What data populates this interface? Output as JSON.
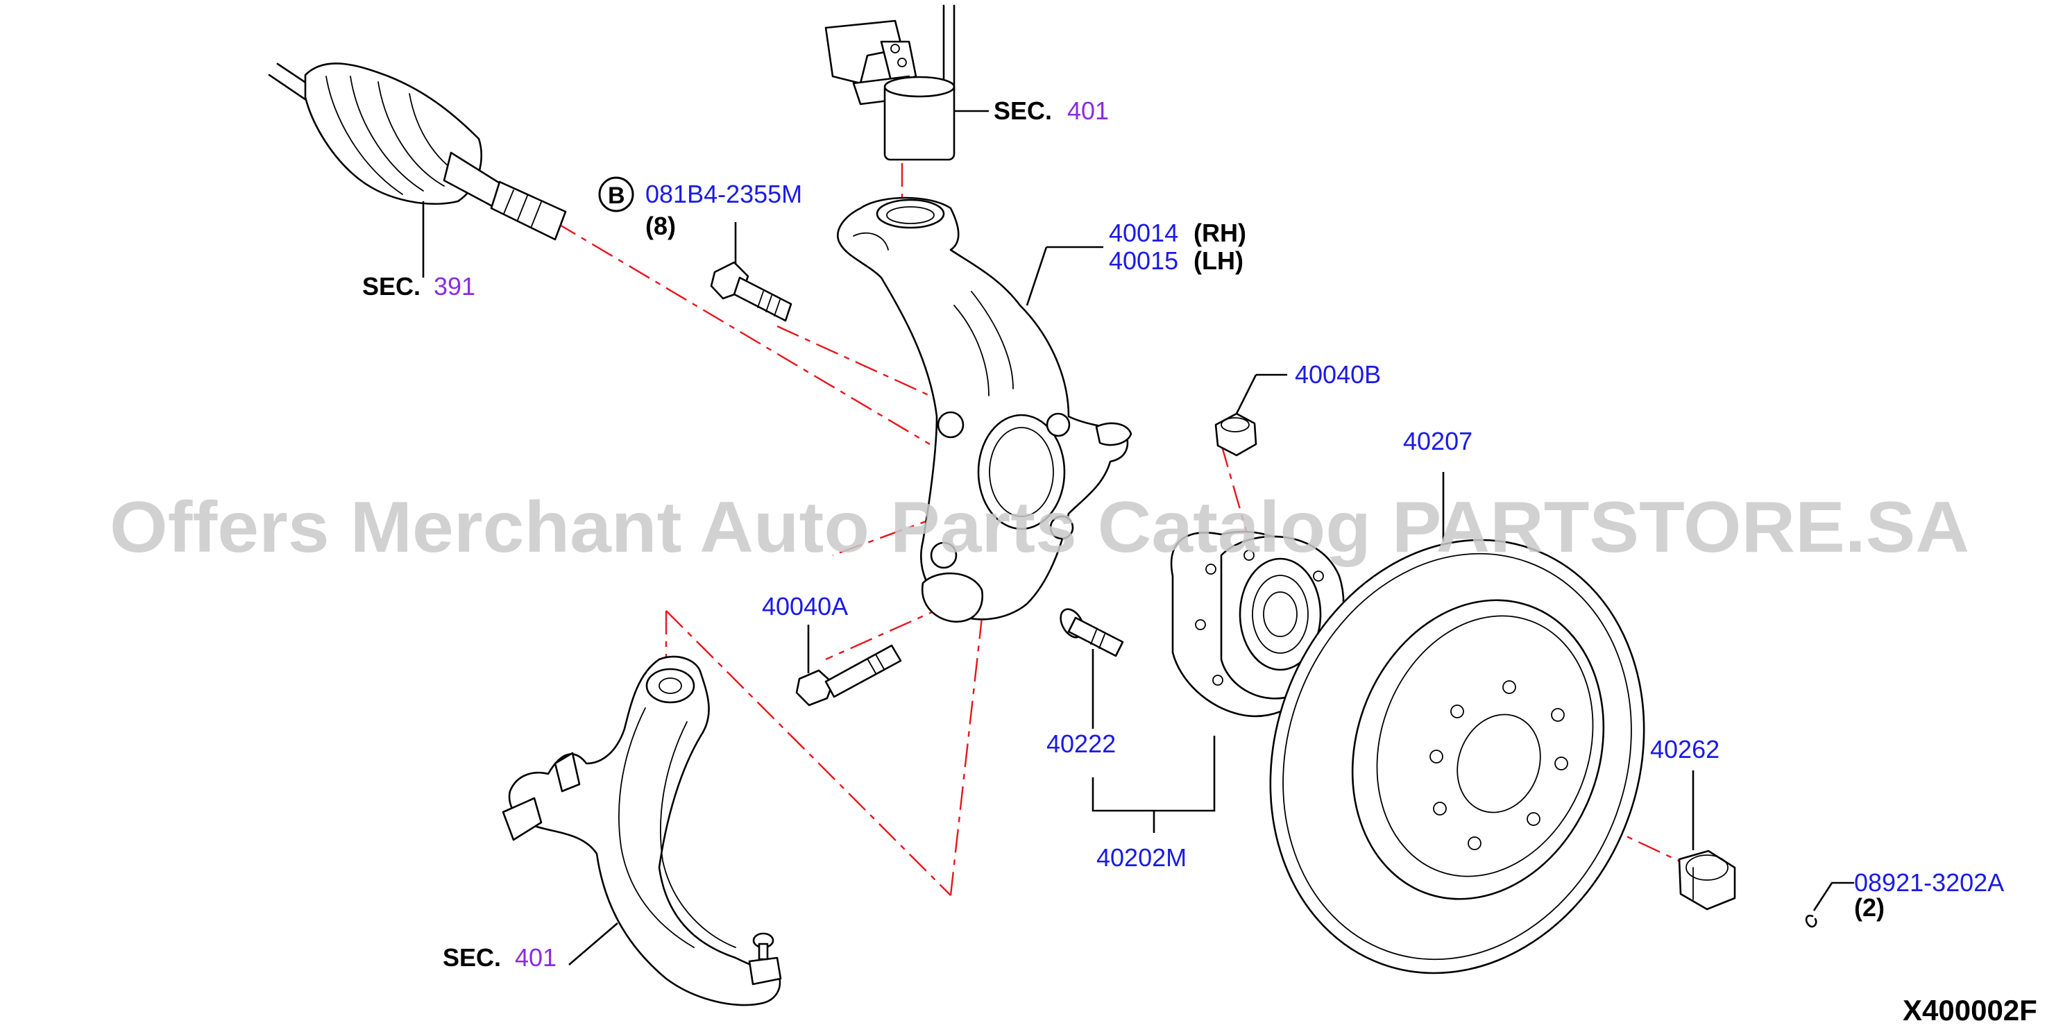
{
  "watermark": "Offers Merchant Auto Parts Catalog PARTSTORE.SA",
  "diagram_code": "X400002F",
  "callouts": {
    "sec401_top": {
      "sec": "SEC.",
      "num": "401"
    },
    "sec391": {
      "sec": "SEC.",
      "num": "391"
    },
    "sec401_bottom": {
      "sec": "SEC.",
      "num": "401"
    },
    "bolt_081b4": {
      "marker": "B",
      "part": "081B4-2355M",
      "qty": "(8)"
    },
    "knuckle_rh": {
      "part": "40014",
      "side": "(RH)"
    },
    "knuckle_lh": {
      "part": "40015",
      "side": "(LH)"
    },
    "nut_40040b": {
      "part": "40040B"
    },
    "rotor_40207": {
      "part": "40207"
    },
    "bolt_40040a": {
      "part": "40040A"
    },
    "stud_40222": {
      "part": "40222"
    },
    "hub_40202m": {
      "part": "40202M"
    },
    "nut_40262": {
      "part": "40262"
    },
    "pin_08921": {
      "part": "08921-3202A",
      "qty": "(2)"
    }
  }
}
